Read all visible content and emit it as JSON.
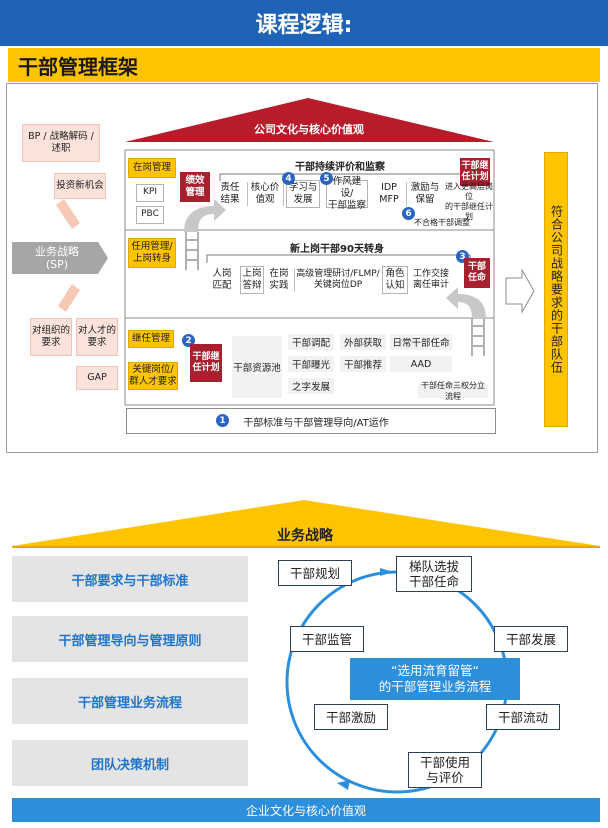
{
  "header": {
    "title": "课程逻辑:"
  },
  "framework": {
    "title": "干部管理框架",
    "roof": "公司文化与核心价值观",
    "right_banner": "符合公司战略要求的干部队伍",
    "left": {
      "bp": "BP / 战略解码 / 述职",
      "invest": "投资新机会",
      "strategy": "业务战略\n(SP)",
      "org_req": "对组织的要求",
      "talent_req": "对人才的要求",
      "gap": "GAP"
    },
    "row1": {
      "label": "在岗管理",
      "kpi": "KPI",
      "pbc": "PBC",
      "perf": "绩效\n管理",
      "header": "干部持续评价和监察",
      "num_a": "4",
      "num_b": "5",
      "num_c": "6",
      "items": [
        "责任\n结果",
        "核心价\n值观",
        "学习与\n发展",
        "作风建设/\n干部监察",
        "IDP\nMFP",
        "激励与\n保留"
      ],
      "no_fit": "不合格干部调整",
      "succession": "干部继\n任计划",
      "succession_note": "进入更高层岗位\n的干部继任计划"
    },
    "row2": {
      "label": "任用管理/上岗转身",
      "header": "新上岗干部90天转身",
      "items": [
        "人岗\n匹配",
        "上岗\n答辩",
        "在岗\n实践",
        "高级管理研讨/FLMP/\n关键岗位DP",
        "角色\n认知",
        "工作交接\n离任审计"
      ],
      "num": "3",
      "appoint": "干部\n任命"
    },
    "row3": {
      "label_top": "继任管理",
      "label_bottom": "关键岗位/群人才要求",
      "num": "2",
      "succession": "干部继\n任计划",
      "pool": "干部资源池",
      "adjust": "干部调配",
      "expose": "干部曝光",
      "zhizi": "之字发展",
      "external": "外部获取",
      "recommend": "干部推荐",
      "daily": "日常干部任命",
      "aad": "AAD",
      "three": "干部任命三权分立流程"
    },
    "foundation": {
      "num": "1",
      "text": "干部标准与干部管理导向/AT运作"
    }
  },
  "cycle": {
    "roof": "业务战略",
    "left_items": [
      "干部要求与干部标准",
      "干部管理导向与管理原则",
      "干部管理业务流程",
      "团队决策机制"
    ],
    "nodes": {
      "plan": "干部规划",
      "select": "梯队选拔\n干部任命",
      "develop": "干部发展",
      "flow": "干部流动",
      "use": "干部使用\n与评价",
      "incentive": "干部激励",
      "supervise": "干部监管"
    },
    "center": "“选用流育留管“\n的干部管理业务流程",
    "base": "企业文化与核心价值观"
  },
  "colors": {
    "blue": "#1f63b6",
    "gold": "#ffc400",
    "dark_red": "#a81f2d",
    "cycle_blue": "#2c8fdc"
  }
}
